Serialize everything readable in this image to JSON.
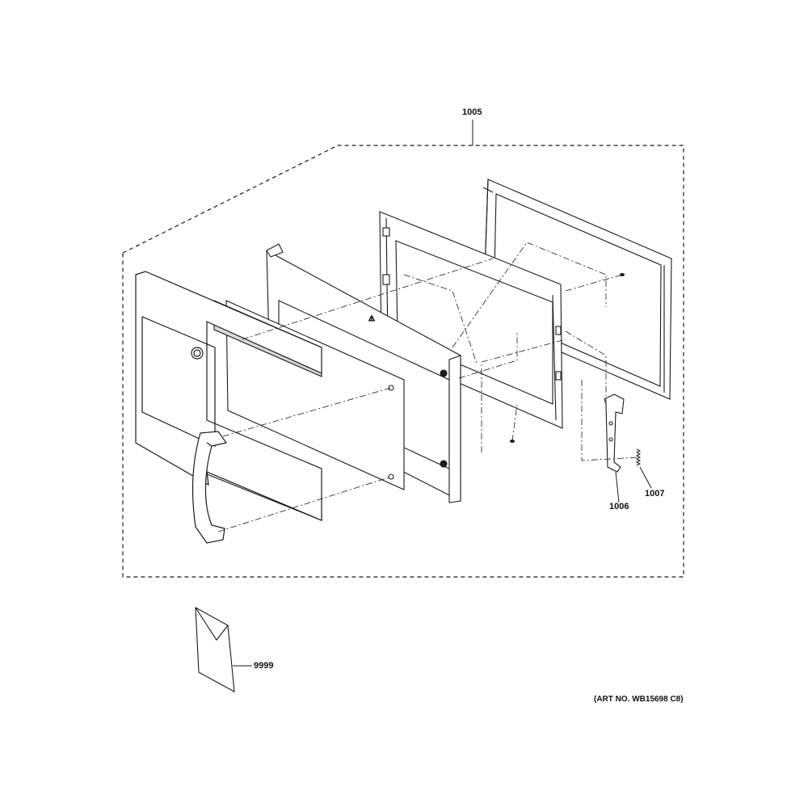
{
  "callouts": {
    "door_assembly": "1005",
    "latch_hook": "1006",
    "latch_spring": "1007",
    "literature": "9999"
  },
  "art_number": "(ART NO. WB15698 C8)",
  "colors": {
    "line": "#1a1a1a",
    "fill": "#ffffff",
    "shade": "#d9d9d9"
  }
}
